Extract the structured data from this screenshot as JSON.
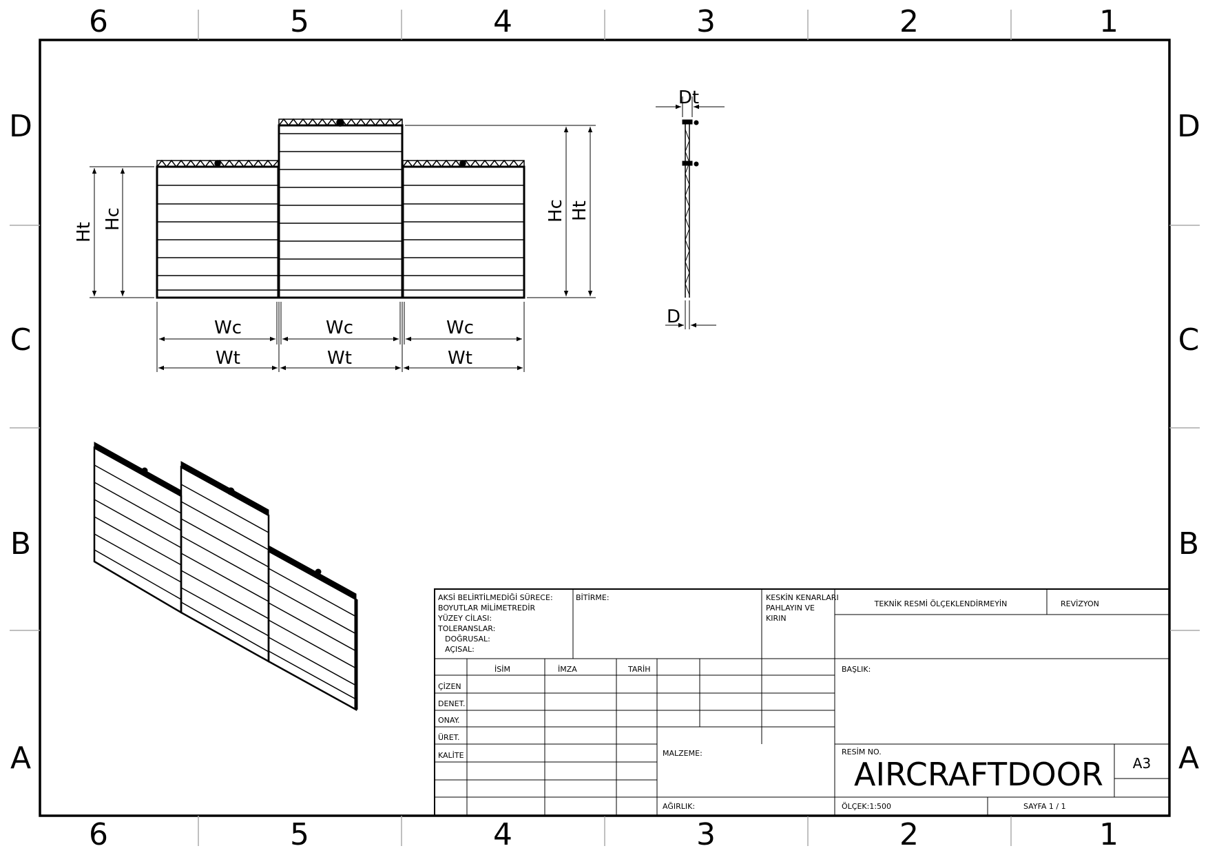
{
  "zones": {
    "columns": [
      "6",
      "5",
      "4",
      "3",
      "2",
      "1"
    ],
    "rows": [
      "D",
      "C",
      "B",
      "A"
    ]
  },
  "dimensions": {
    "wc": "Wc",
    "wt": "Wt",
    "hc": "Hc",
    "ht": "Ht",
    "dt": "Dt",
    "d": "D"
  },
  "title_block": {
    "notes": [
      "AKSİ BELİRTİLMEDİĞİ SÜRECE:",
      "BOYUTLAR MİLİMETREDİR",
      "YÜZEY CİLASI:",
      "TOLERANSLAR:",
      "DOĞRUSAL:",
      "AÇISAL:"
    ],
    "finish": "BİTİRME:",
    "edges": [
      "KESKİN KENARLARI",
      "PAHLAYIN VE",
      "KIRIN"
    ],
    "no_scale": "TEKNİK RESMİ ÖLÇEKLENDİRMEYİN",
    "revision": "REVİZYON",
    "columns": [
      "İSİM",
      "İMZA",
      "TARİH"
    ],
    "rows": [
      "ÇİZEN",
      "DENET.",
      "ONAY.",
      "ÜRET.",
      "KALİTE"
    ],
    "title_label": "BAŞLIK:",
    "material_label": "MALZEME:",
    "weight_label": "AĞIRLIK:",
    "drawing_no_label": "RESİM NO.",
    "drawing_no": "AIRCRAFTDOOR",
    "size": "A3",
    "scale": "ÖLÇEK:1:500",
    "sheet": "SAYFA 1 / 1"
  }
}
